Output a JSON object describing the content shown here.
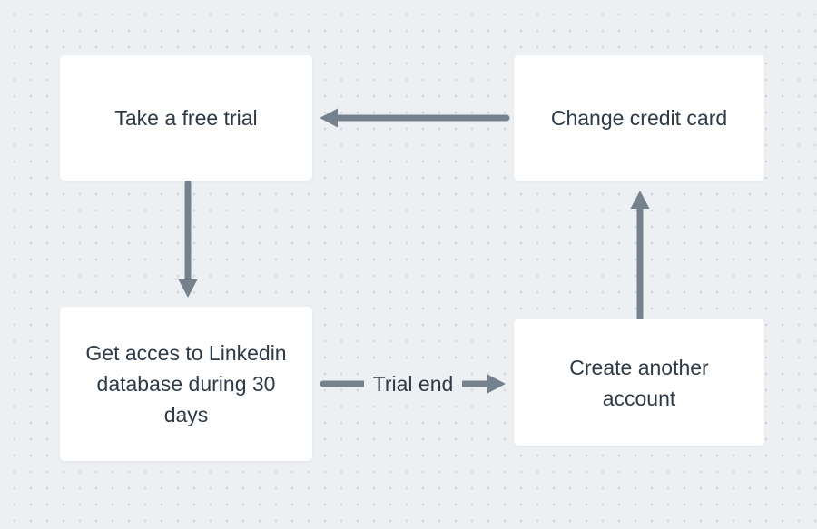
{
  "diagram": {
    "nodes": [
      {
        "id": "take-free-trial",
        "lines": [
          "Take a free trial"
        ]
      },
      {
        "id": "change-credit-card",
        "lines": [
          "Change credit card"
        ]
      },
      {
        "id": "linkedin-database",
        "lines": [
          "Get acces to Linkedin",
          "database during 30",
          "days"
        ]
      },
      {
        "id": "create-another-account",
        "lines": [
          "Create another",
          "account"
        ]
      }
    ],
    "edges": [
      {
        "id": "take-to-linkedin",
        "from": "take-free-trial",
        "to": "linkedin-database",
        "label": ""
      },
      {
        "id": "linkedin-to-create",
        "from": "linkedin-database",
        "to": "create-another-account",
        "label": "Trial end"
      },
      {
        "id": "create-to-change",
        "from": "create-another-account",
        "to": "change-credit-card",
        "label": ""
      },
      {
        "id": "change-to-take",
        "from": "change-credit-card",
        "to": "take-free-trial",
        "label": ""
      }
    ]
  },
  "colors": {
    "canvas-bg": "#edf0f3",
    "dot": "#d2d7dc",
    "node-bg": "#ffffff",
    "text": "#2e3b47",
    "arrow": "#76818e"
  }
}
